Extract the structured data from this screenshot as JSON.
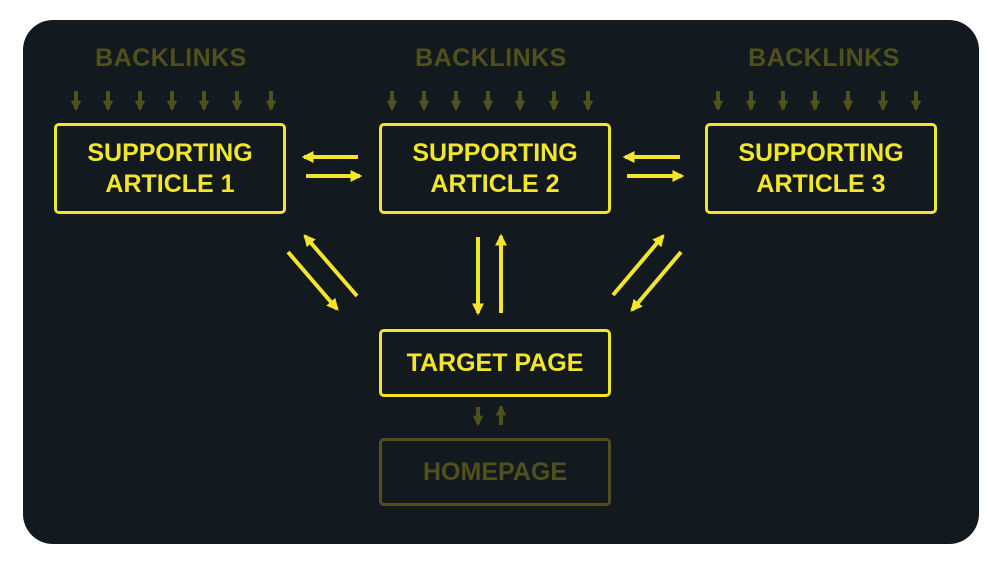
{
  "colors": {
    "page_background": "#ffffff",
    "panel_background": "#121a20",
    "accent": "#f2e52a",
    "muted": "#50501c"
  },
  "backlinks_label": "BACKLINKS",
  "articles": [
    {
      "label": "SUPPORTING ARTICLE 1"
    },
    {
      "label": "SUPPORTING ARTICLE 2"
    },
    {
      "label": "SUPPORTING ARTICLE 3"
    }
  ],
  "target": {
    "label": "TARGET PAGE"
  },
  "homepage": {
    "label": "HOMEPAGE"
  }
}
